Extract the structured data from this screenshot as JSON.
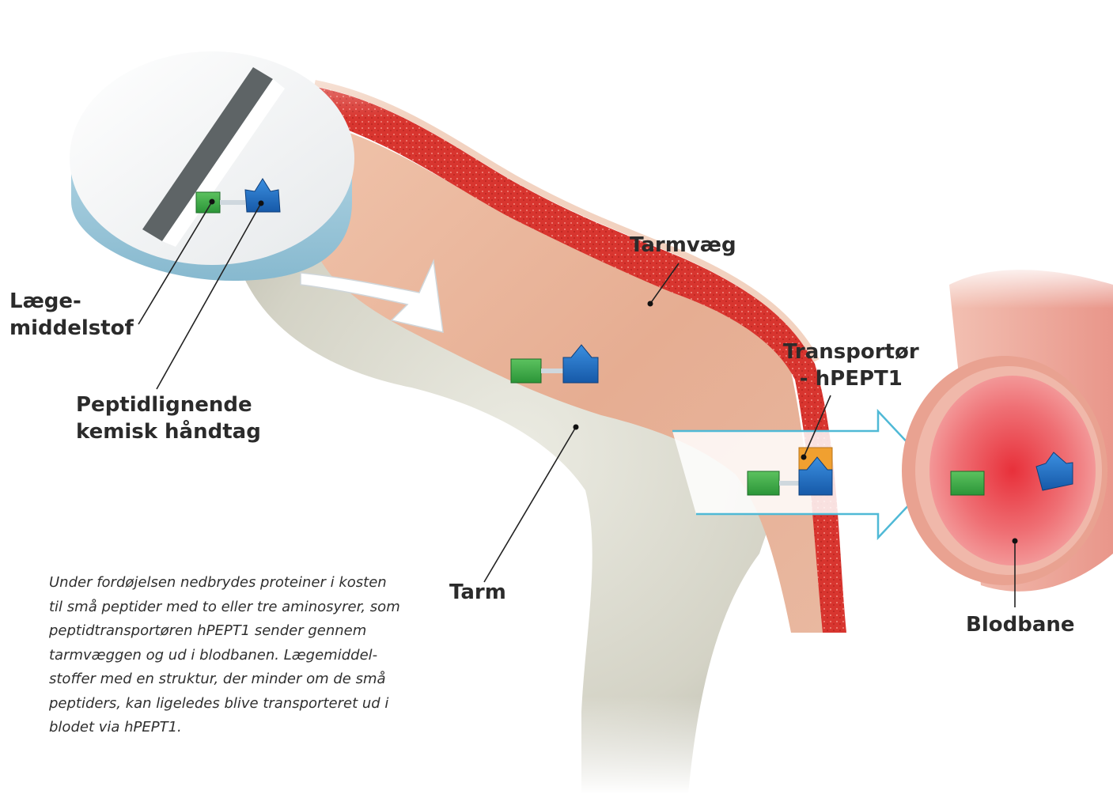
{
  "labels": {
    "tarmvaeg": "Tarmvæg",
    "laege_line1": "Læge-",
    "laege_line2": "middelstof",
    "peptid_line1": "Peptidlignende",
    "peptid_line2": "kemisk håndtag",
    "transportor_line1": "Transportør",
    "transportor_line2": "- hPEPT1",
    "tarm": "Tarm",
    "blodbane": "Blodbane"
  },
  "caption": [
    "Under fordøjelsen nedbrydes proteiner i kosten",
    "til små peptider med to eller tre aminosyrer, som",
    "peptidtransportøren hPEPT1 sender gennem",
    "tarmvæggen og ud i blodbanen. Lægemiddel-",
    "stoffer med en struktur, der minder om de små",
    "peptiders, kan ligeledes blive transporteret ud i",
    "blodet via hPEPT1."
  ],
  "colors": {
    "drug_green": "#3aa845",
    "handle_blue": "#1f6ec0",
    "transporter_orange": "#f0a030",
    "intestine_tissue": "#e8b49a",
    "intestine_wall_red": "#d8352f",
    "blood_vessel": "#e98a86",
    "tablet": "#eceff1",
    "gut_exterior": "#d9d8cc"
  },
  "icons": [
    "tablet-illustration",
    "intestine-illustration",
    "blood-vessel-illustration",
    "drug-molecule-icon",
    "transport-arrow-icon"
  ]
}
